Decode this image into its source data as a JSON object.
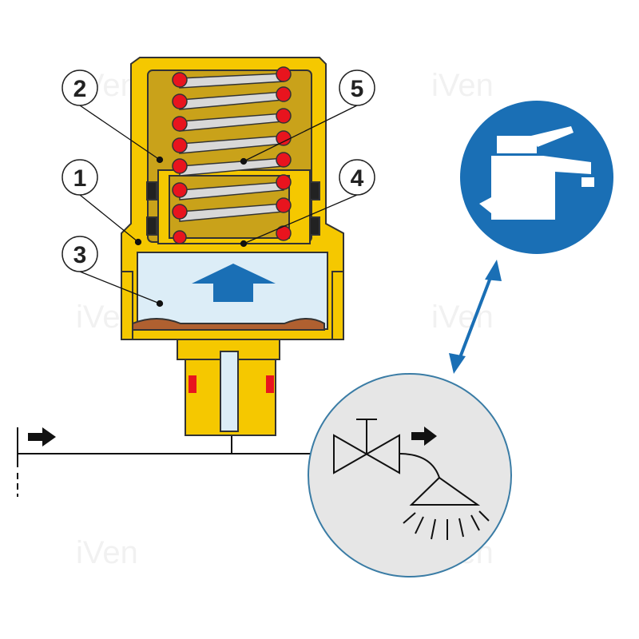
{
  "diagram": {
    "title": "Water hammer arrestor cross-section",
    "callouts": [
      {
        "id": "2",
        "label": "2"
      },
      {
        "id": "5",
        "label": "5"
      },
      {
        "id": "1",
        "label": "1"
      },
      {
        "id": "4",
        "label": "4"
      },
      {
        "id": "3",
        "label": "3"
      }
    ],
    "watermark": "iVen com.ua",
    "colors": {
      "brass": "#f5c800",
      "brass_dark": "#c9a21a",
      "spring": "#e8141e",
      "chamber": "#dcedf7",
      "arrow": "#1a6fb5",
      "faucet_bg": "#1a6fb5",
      "valve_bg": "#e6e6e6",
      "valve_border": "#3a7ca5"
    }
  }
}
